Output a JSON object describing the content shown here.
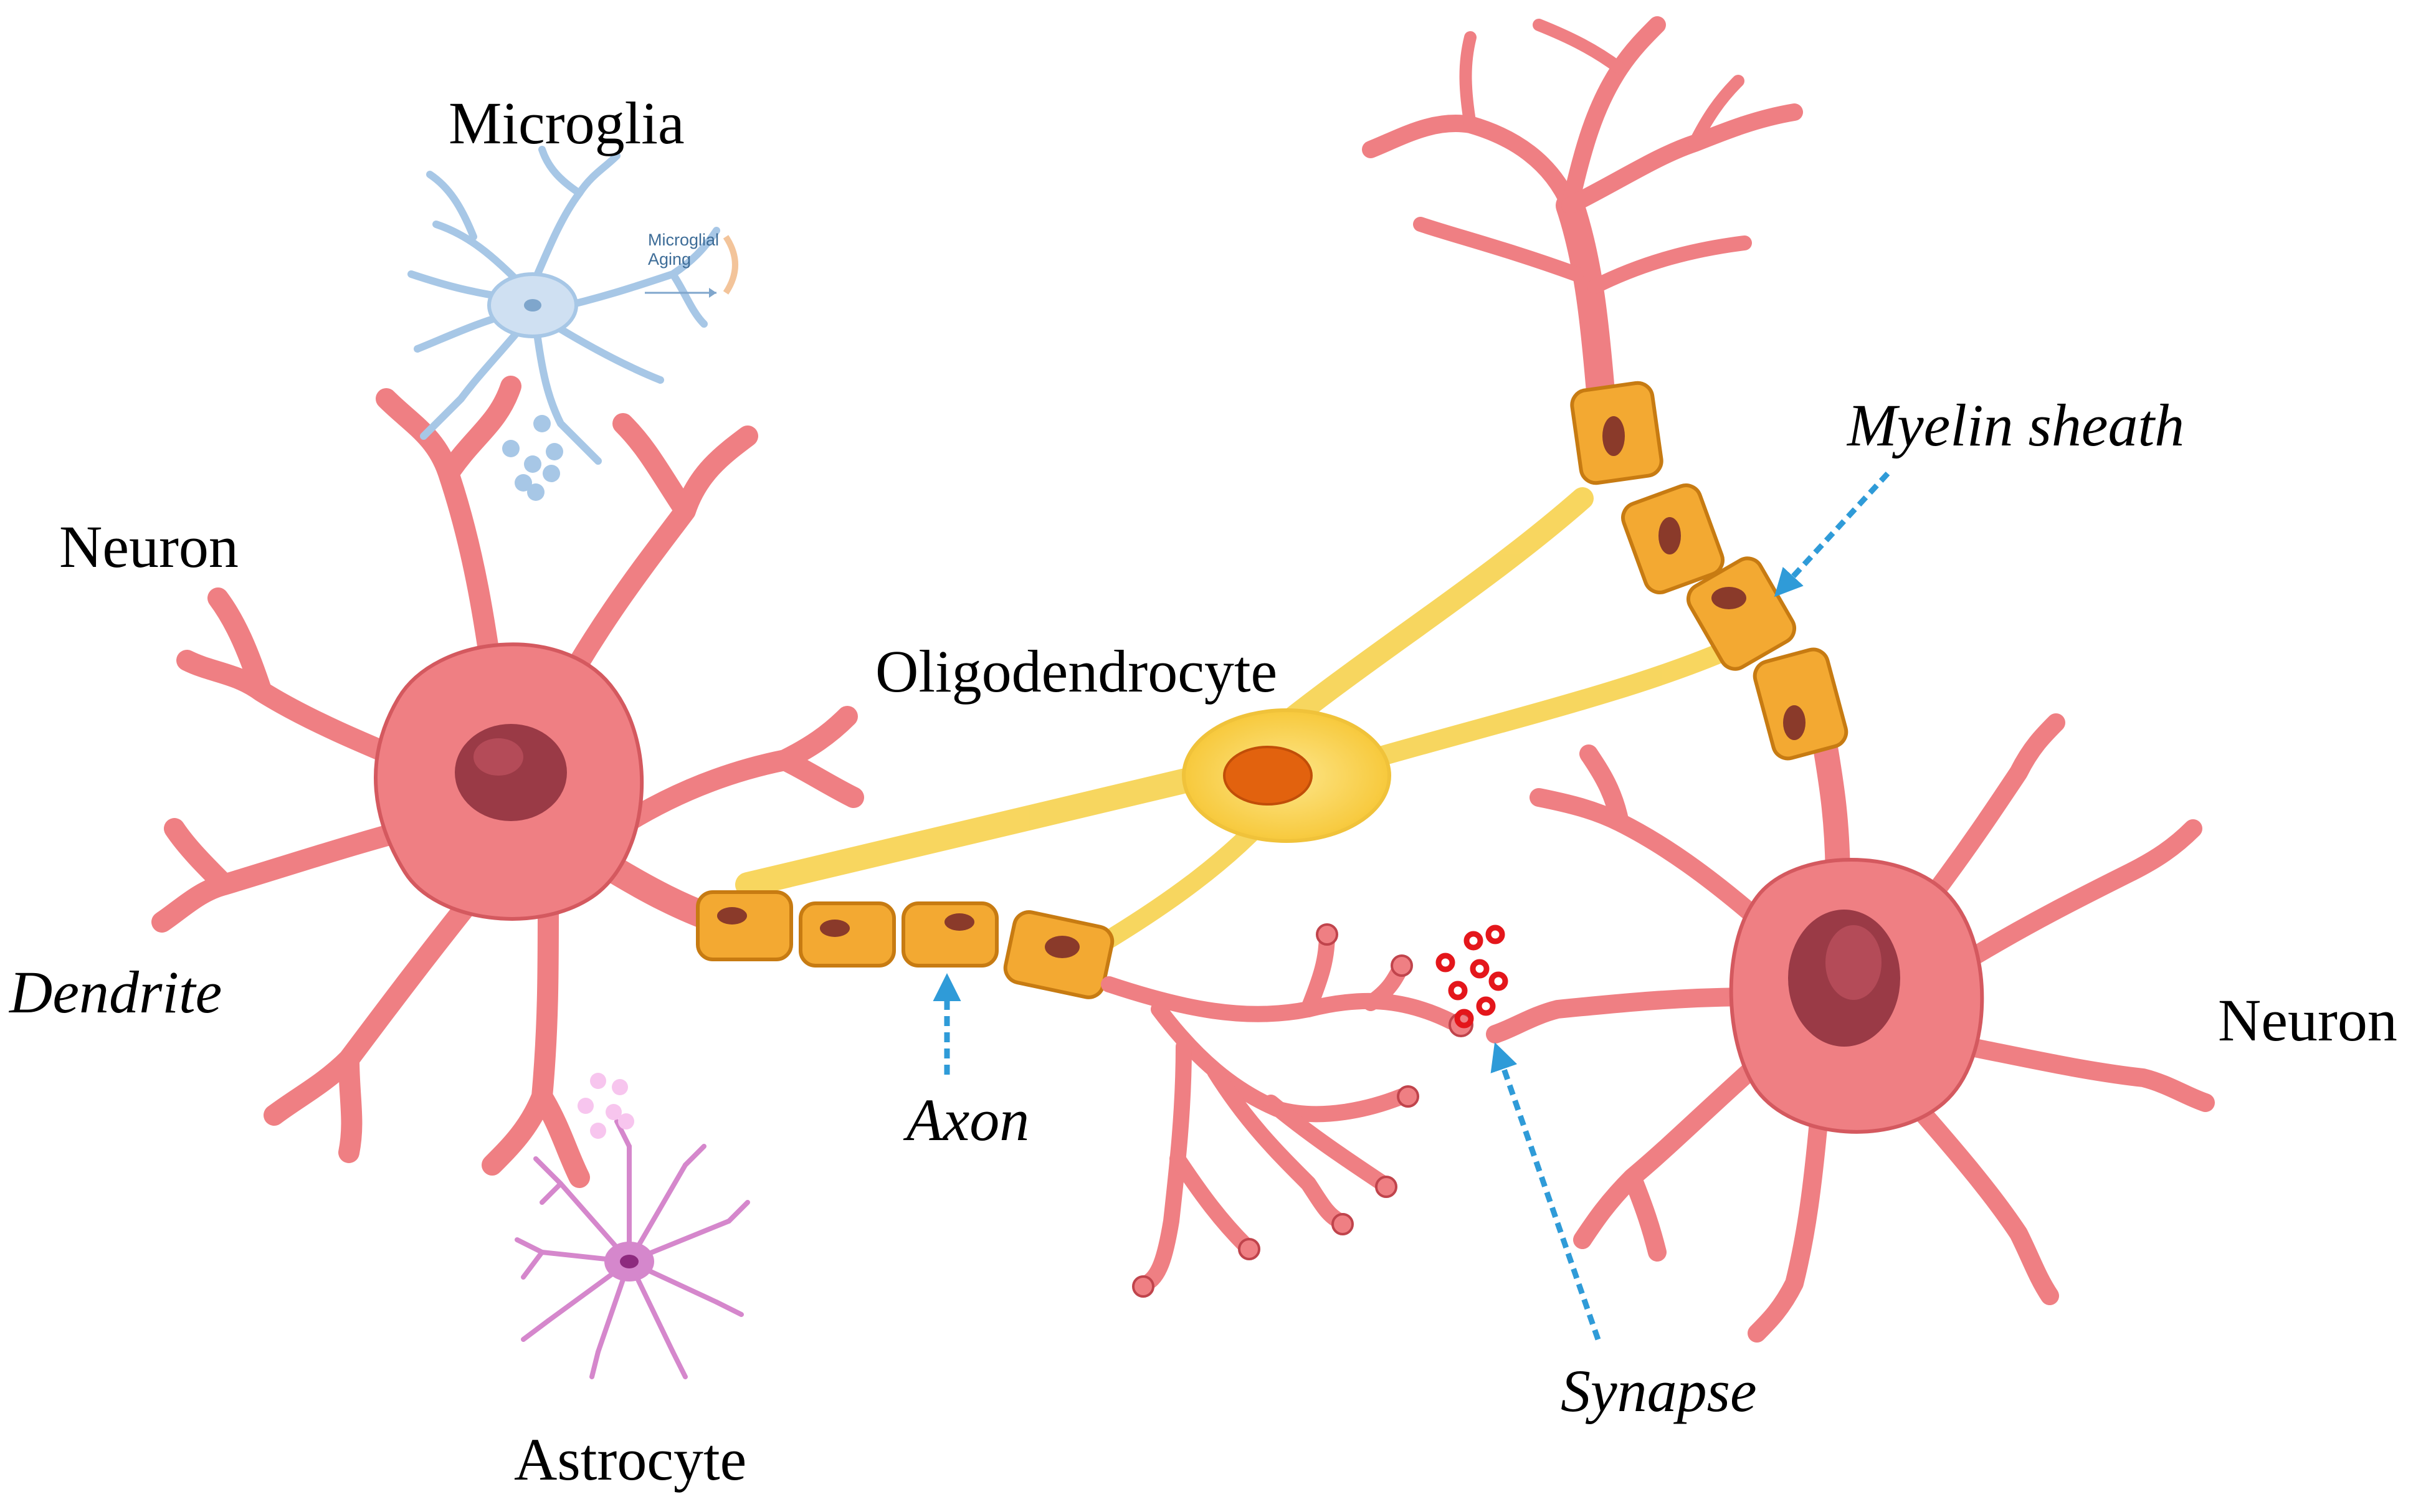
{
  "labels": {
    "microglia": "Microglia",
    "neuron_left": "Neuron",
    "dendrite": "Dendrite",
    "astrocyte": "Astrocyte",
    "oligodendrocyte": "Oligodendrocyte",
    "axon": "Axon",
    "myelin_sheath": "Myelin sheath",
    "synapse": "Synapse",
    "neuron_right": "Neuron"
  },
  "inset": {
    "line1": "Microglial",
    "line2": "Aging"
  },
  "colors": {
    "neuron": "#ef7f83",
    "neuron_outline": "#c0444c",
    "nucleus": "#9a3a46",
    "myelin": "#f3a932",
    "myelin_outline": "#c77b12",
    "oligodendrocyte": "#f9d45a",
    "oligo_nucleus": "#e2620e",
    "microglia": "#a7c7e6",
    "astrocyte": "#d587cc",
    "arrow": "#2f9bd8",
    "synapse_vesicle": "#e4161b"
  }
}
